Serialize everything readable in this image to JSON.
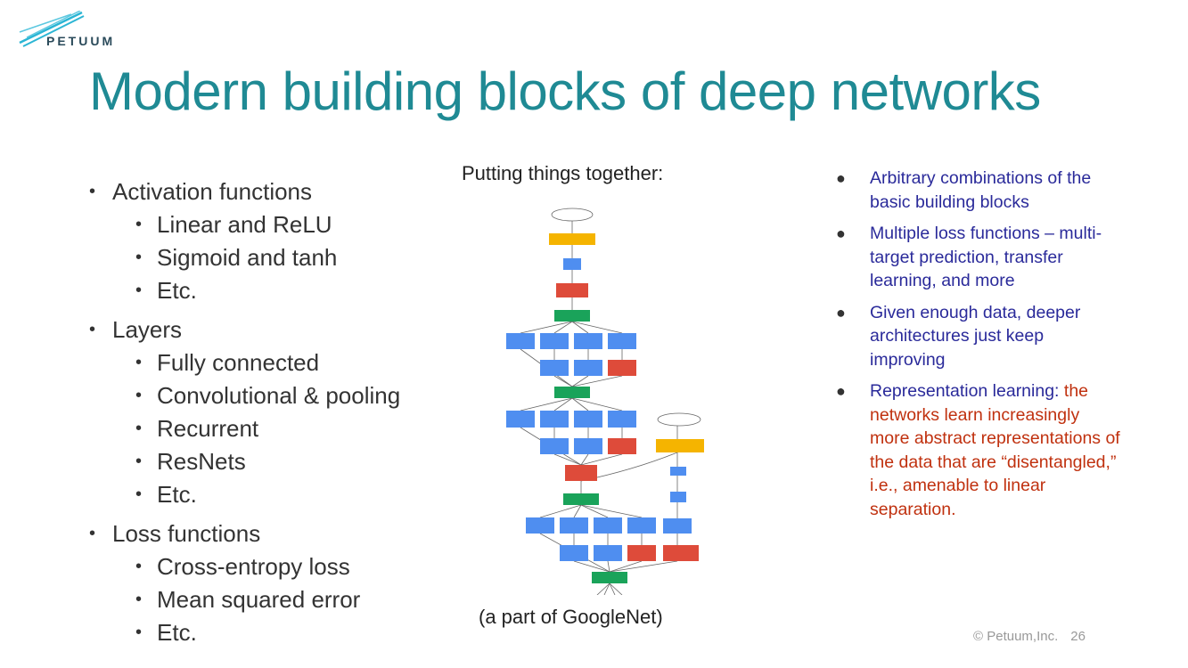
{
  "brand": {
    "logo_text": "PETUUM"
  },
  "title": "Modern building blocks of deep networks",
  "left_list": {
    "activation": {
      "label": "Activation functions",
      "items": [
        "Linear and ReLU",
        "Sigmoid and tanh",
        "Etc."
      ]
    },
    "layers": {
      "label": "Layers",
      "items": [
        "Fully connected",
        "Convolutional & pooling",
        "Recurrent",
        "ResNets",
        "Etc."
      ]
    },
    "loss": {
      "label": "Loss functions",
      "items": [
        "Cross-entropy loss",
        "Mean squared error",
        "Etc."
      ]
    }
  },
  "center": {
    "caption": "Putting things together:",
    "image_caption": "(a part of GoogleNet)"
  },
  "right_list": {
    "items": [
      "Arbitrary combinations of the basic building blocks",
      "Multiple loss functions – multi-target prediction, transfer learning, and more",
      "Given enough data, deeper architectures just keep improving"
    ],
    "last_item_blue": "Representation learning:",
    "last_item_red": "the networks learn increasingly more abstract representations of the data that are “disentangled,” i.e., amenable to linear separation."
  },
  "footer": {
    "copyright": "© Petuum,Inc.",
    "page_number": "26"
  },
  "colors": {
    "title": "#1f8a94",
    "right_text": "#2a2a9a",
    "highlight_red": "#c0310f",
    "node_blue": "#4f8ef0",
    "node_red": "#de4b3a",
    "node_green": "#1aa35a",
    "node_yellow": "#f5b400"
  }
}
